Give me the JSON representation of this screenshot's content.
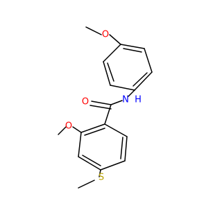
{
  "structure": {
    "atoms": [
      {
        "id": "methoxy_methyl_top",
        "label": ""
      },
      {
        "id": "o_top",
        "label": "O"
      },
      {
        "id": "r1_a",
        "label": ""
      },
      {
        "id": "r1_b",
        "label": ""
      },
      {
        "id": "r1_c",
        "label": ""
      },
      {
        "id": "r1_d",
        "label": ""
      },
      {
        "id": "r1_e",
        "label": ""
      },
      {
        "id": "r1_f",
        "label": ""
      },
      {
        "id": "n",
        "label": "N"
      },
      {
        "id": "h",
        "label": "H"
      },
      {
        "id": "c_carbonyl",
        "label": ""
      },
      {
        "id": "o_carbonyl",
        "label": "O"
      },
      {
        "id": "r2_a",
        "label": ""
      },
      {
        "id": "r2_b",
        "label": ""
      },
      {
        "id": "r2_c",
        "label": ""
      },
      {
        "id": "r2_d",
        "label": ""
      },
      {
        "id": "r2_e",
        "label": ""
      },
      {
        "id": "r2_f",
        "label": ""
      },
      {
        "id": "o_left",
        "label": "O"
      },
      {
        "id": "methoxy_methyl_left",
        "label": ""
      },
      {
        "id": "s",
        "label": "S"
      },
      {
        "id": "s_methyl",
        "label": ""
      }
    ],
    "colors": {
      "bond": "#000000",
      "oxygen": "#ff0000",
      "nitrogen": "#0000ff",
      "sulfur": "#b8a100",
      "carbon": "#000000"
    }
  }
}
